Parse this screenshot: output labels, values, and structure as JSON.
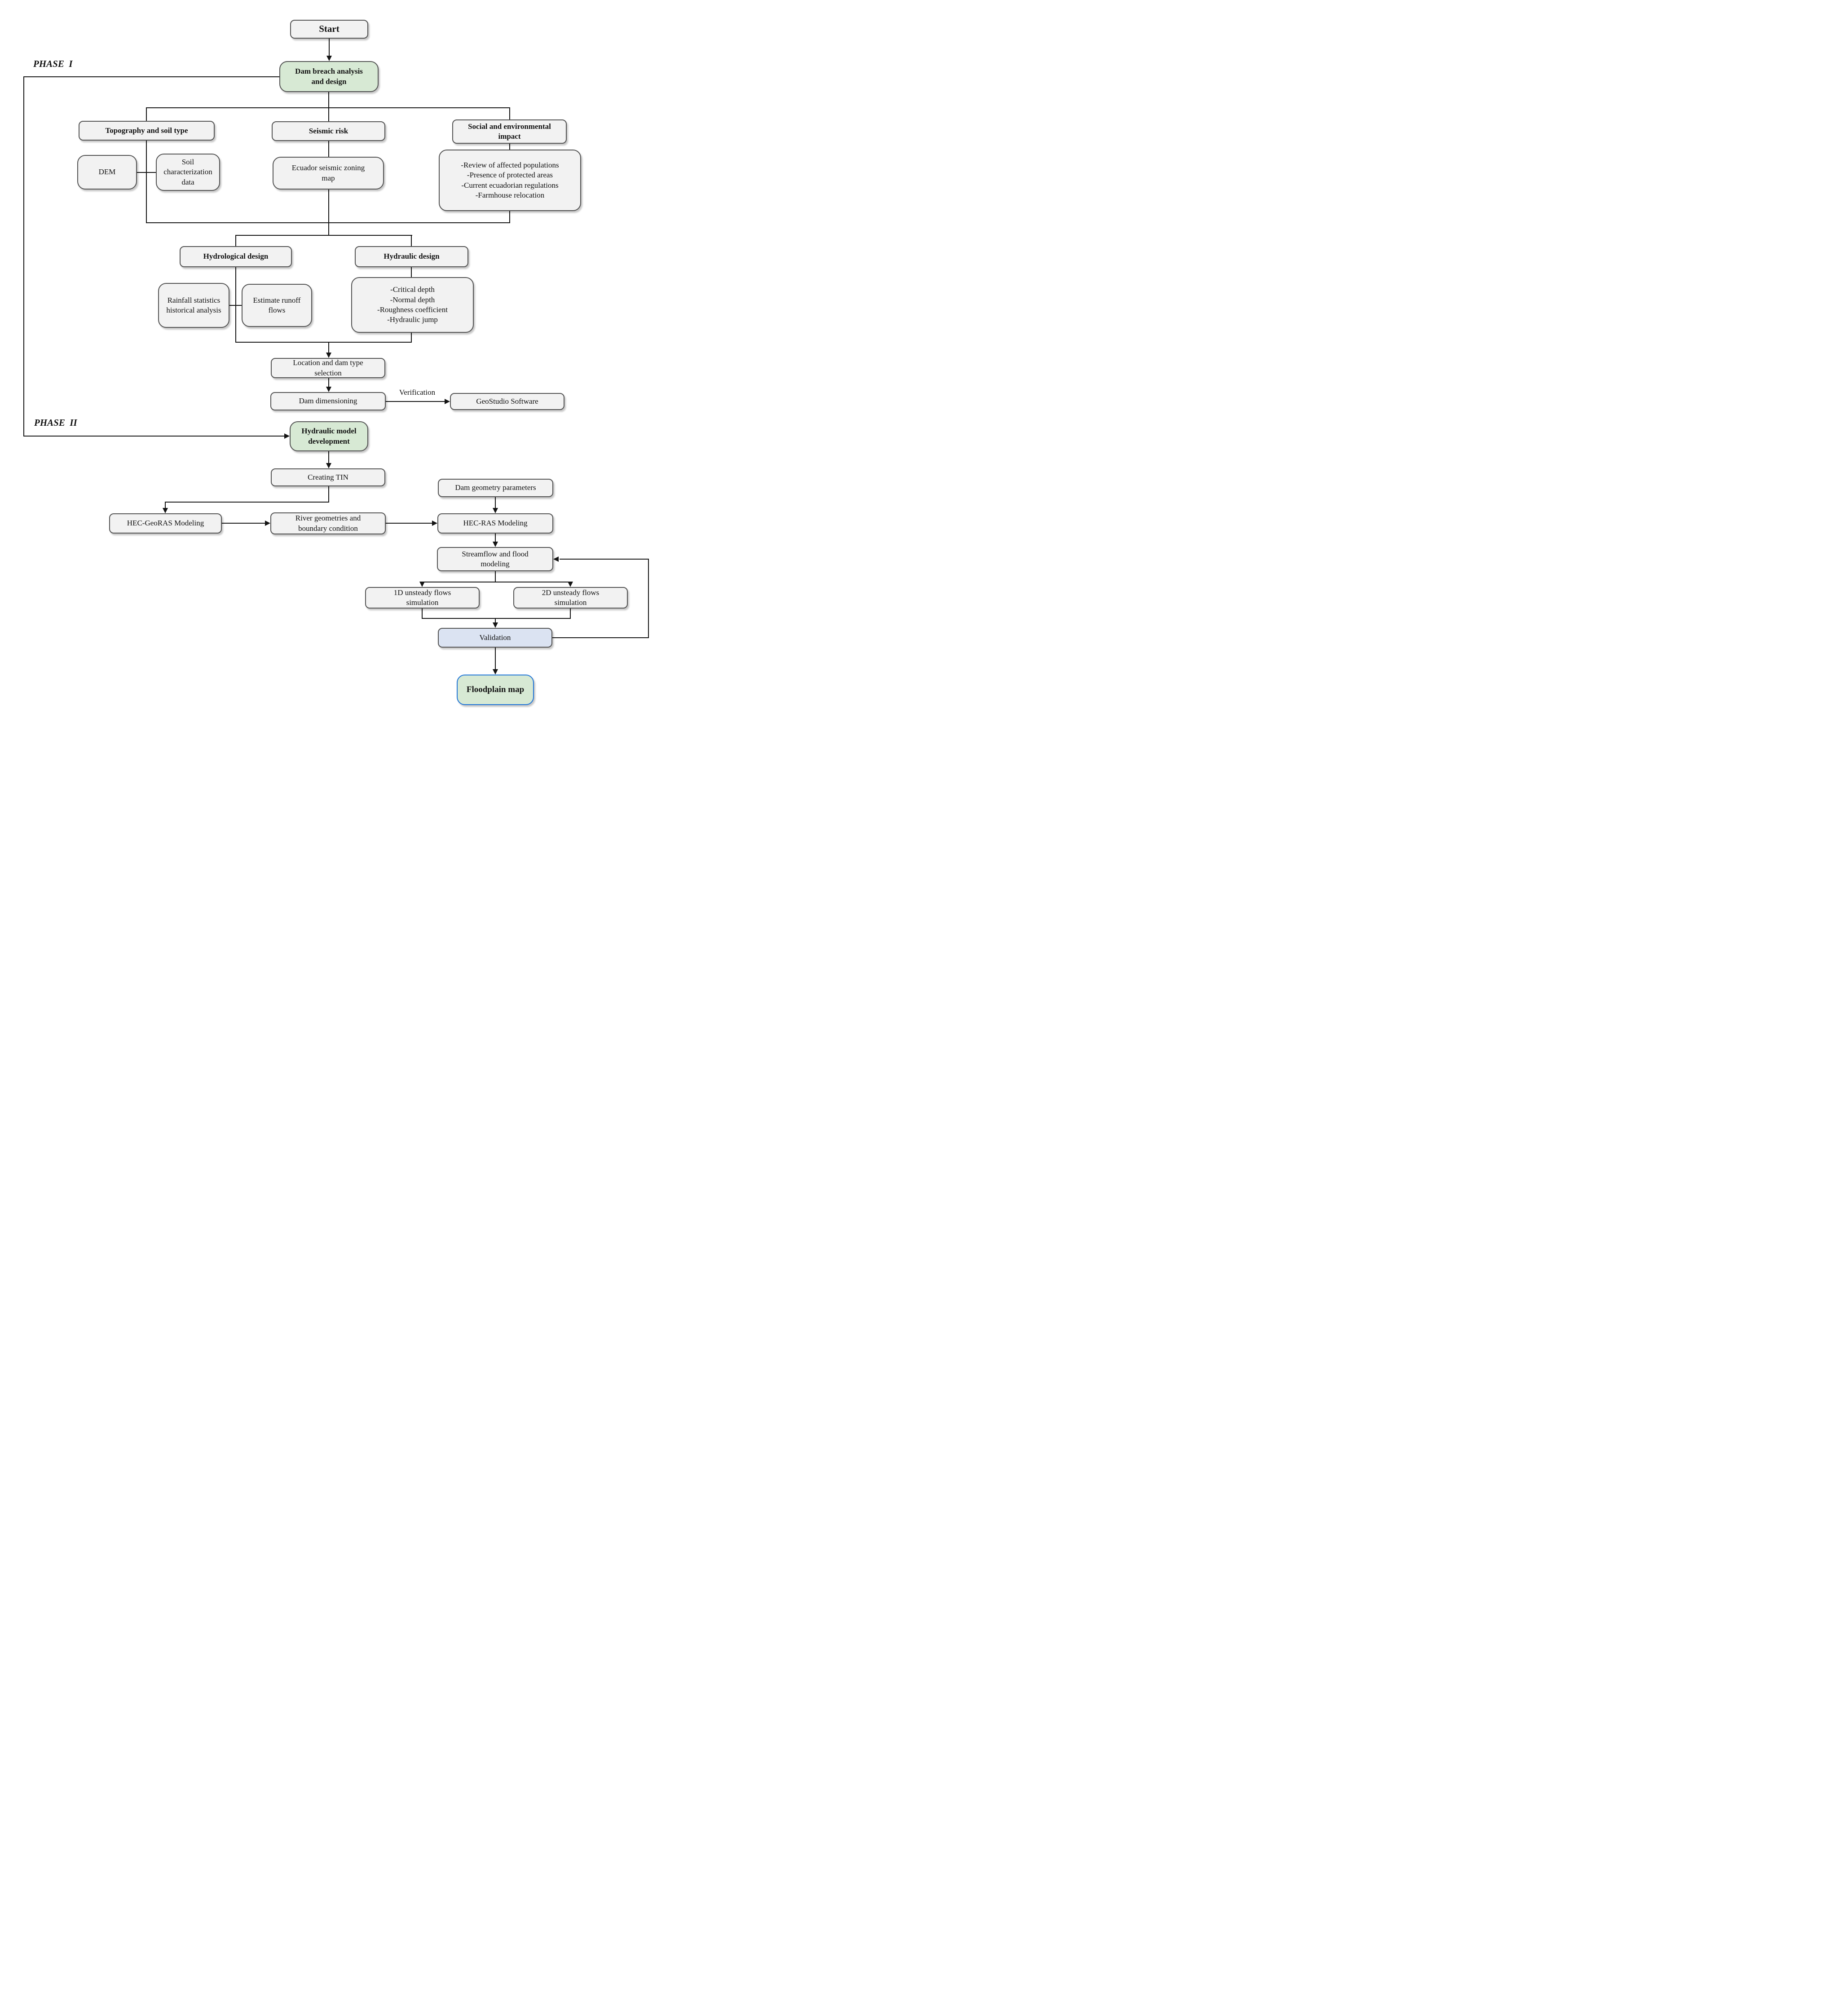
{
  "labels": {
    "phase1": "PHASE  I",
    "phase2": "PHASE  II",
    "verification": "Verification"
  },
  "nodes": {
    "start": "Start",
    "dam_breach": "Dam breach analysis\nand design",
    "topography": "Topography and soil type",
    "seismic": "Seismic risk",
    "social": "Social and environmental\nimpact",
    "dem": "DEM",
    "soil": "Soil\ncharacterization\ndata",
    "ecuador": "Ecuador seismic zoning\nmap",
    "social_list": "-Review of affected populations\n-Presence of protected areas\n-Current ecuadorian regulations\n-Farmhouse relocation",
    "hydrological": "Hydrological design",
    "hydraulic": "Hydraulic design",
    "rainfall": "Rainfall statistics\nhistorical analysis",
    "runoff": "Estimate runoff\nflows",
    "hydraulic_list": "-Critical depth\n-Normal depth\n-Roughness coefficient\n-Hydraulic jump",
    "location": "Location and dam type\nselection",
    "dam_dimensioning": "Dam dimensioning",
    "geostudio": "GeoStudio Software",
    "hydraulic_model": "Hydraulic model\ndevelopment",
    "tin": "Creating TIN",
    "dam_geometry": "Dam geometry parameters",
    "georas": "HEC-GeoRAS Modeling",
    "river": "River geometries and\nboundary condition",
    "hecras": "HEC-RAS Modeling",
    "streamflow": "Streamflow and flood\nmodeling",
    "one_d": "1D unsteady flows\nsimulation",
    "two_d": "2D unsteady flows\nsimulation",
    "validation": "Validation",
    "floodplain": "Floodplain map"
  },
  "colors": {
    "node_fill": "#f2f2f2",
    "node_border": "#545454",
    "phase_node_fill": "#d7e9d4",
    "validation_fill": "#dbe3f2",
    "floodplain_fill": "#d7e9d4",
    "floodplain_border": "#2377d8",
    "line": "#141414",
    "background": "#ffffff"
  }
}
